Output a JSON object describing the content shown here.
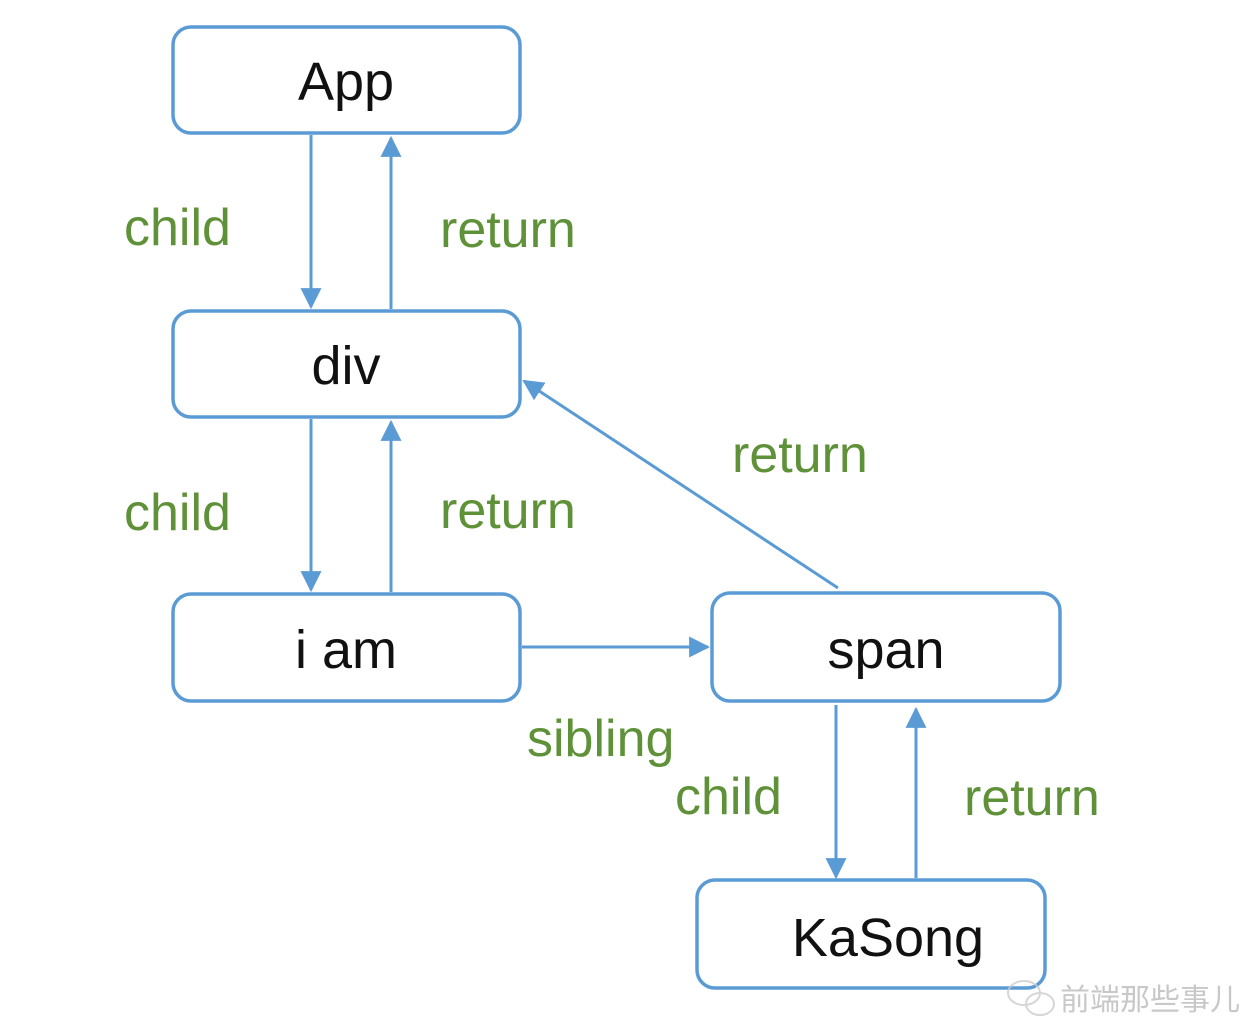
{
  "nodes": {
    "app": "App",
    "div": "div",
    "iam": "i am",
    "span": "span",
    "kasong": "KaSong"
  },
  "edges": {
    "app_div_child": "child",
    "div_app_return": "return",
    "div_iam_child": "child",
    "iam_div_return": "return",
    "span_div_return": "return",
    "iam_span_sibling": "sibling",
    "span_kasong_child": "child",
    "kasong_span_return": "return"
  },
  "colors": {
    "node_border": "#5b9bd5",
    "arrow": "#5b9bd5",
    "label": "#5f9138"
  },
  "watermark": "前端那些事儿"
}
